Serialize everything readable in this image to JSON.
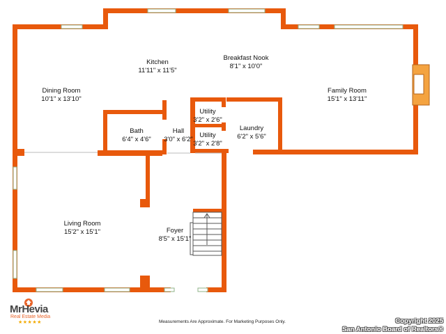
{
  "colors": {
    "wall": "#e8590c",
    "window": "#8fb38a",
    "fireplace": "#f4a340",
    "label": "#111111"
  },
  "rooms": {
    "kitchen": {
      "name": "Kitchen",
      "size": "11'11\" x 11'5\""
    },
    "breakfast_nook": {
      "name": "Breakfast Nook",
      "size": "8'1\" x 10'0\""
    },
    "dining_room": {
      "name": "Dining Room",
      "size": "10'1\" x 13'10\""
    },
    "family_room": {
      "name": "Family Room",
      "size": "15'1\" x 13'11\""
    },
    "utility_1": {
      "name": "Utility",
      "size": "3'2\" x 2'6\""
    },
    "utility_2": {
      "name": "Utility",
      "size": "3'2\" x 2'8\""
    },
    "bath": {
      "name": "Bath",
      "size": "6'4\" x 4'6\""
    },
    "hall": {
      "name": "Hall",
      "size": "3'0\" x 6'2\""
    },
    "laundry": {
      "name": "Laundry",
      "size": "6'2\" x 5'6\""
    },
    "living_room": {
      "name": "Living Room",
      "size": "15'2\" x 15'1\""
    },
    "foyer": {
      "name": "Foyer",
      "size": "8'5\" x 15'1\""
    }
  },
  "footer": {
    "disclaimer": "Measurements Are Approximate. For Marketing Purposes Only.",
    "copyright_line1": "Copyright 2025",
    "copyright_line2": "San Antonio Board of Realtors®"
  },
  "logo": {
    "name": "MrHevia",
    "subtitle": "Real Estate Media",
    "stars": "★★★★★"
  }
}
